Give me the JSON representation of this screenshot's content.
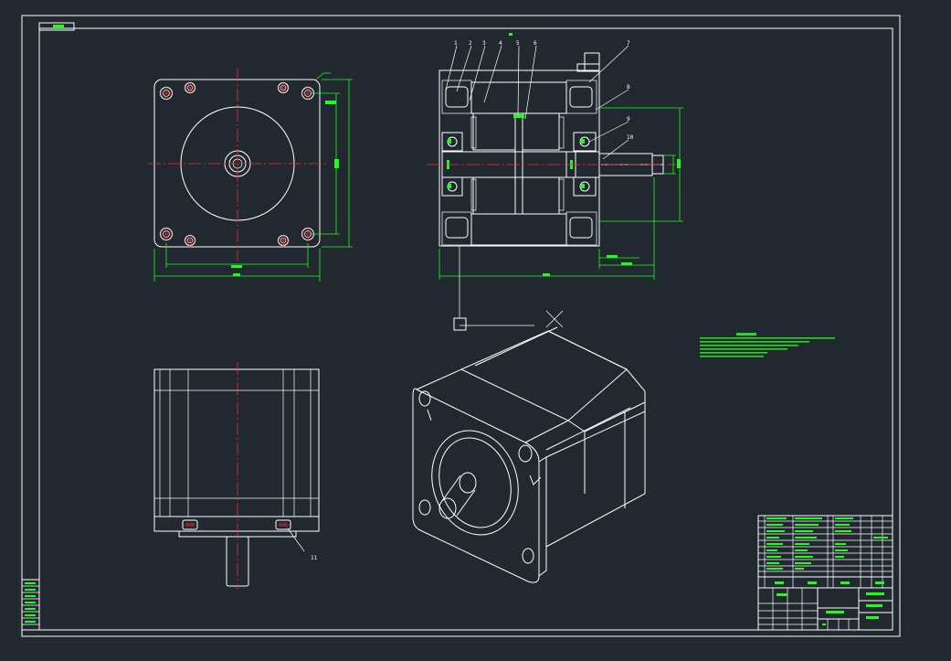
{
  "drawing": {
    "sheet_tag": "",
    "tech_requirements": {
      "title": "",
      "lines": [
        "",
        "",
        "",
        "",
        "",
        "",
        ""
      ]
    },
    "section_callouts": [
      "1",
      "2",
      "3",
      "4",
      "5",
      "6",
      "7",
      "8",
      "9",
      "10",
      "11"
    ],
    "title_block": {
      "cells": [
        "",
        "",
        "",
        "",
        "",
        "",
        "",
        "",
        ""
      ]
    },
    "colors": {
      "background": "#212830",
      "geometry": "#ffffff",
      "centerline": "#ff2a2a",
      "dimension": "#1cff1c",
      "hatch": "#35d0d0"
    }
  }
}
